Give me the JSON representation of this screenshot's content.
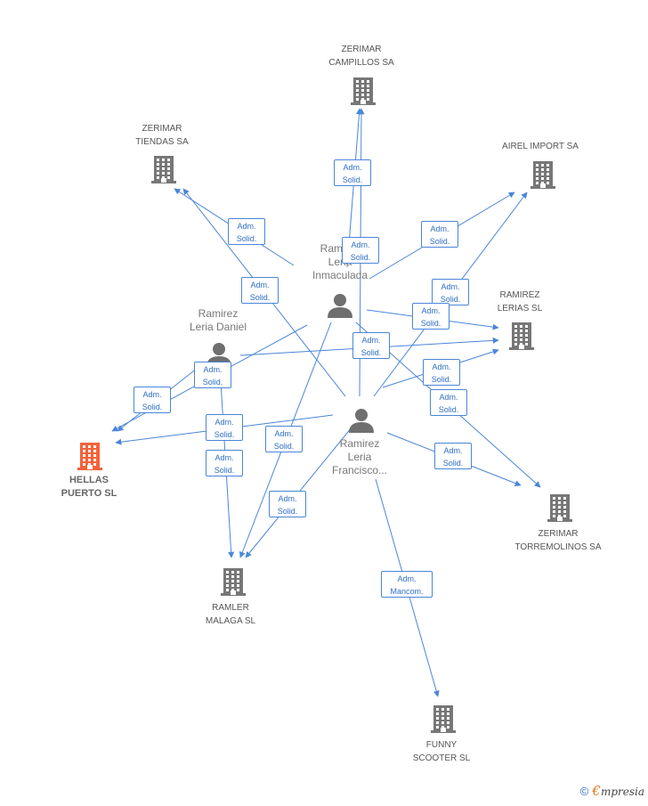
{
  "colors": {
    "edge": "#4a86d8",
    "company": "#777777",
    "focus": "#f4623a",
    "person": "#6f6f6f"
  },
  "companies": [
    {
      "id": "campillos",
      "label": "ZERIMAR\nCAMPILLOS SA",
      "focus": false
    },
    {
      "id": "tiendas",
      "label": "ZERIMAR\nTIENDAS SA",
      "focus": false
    },
    {
      "id": "airel",
      "label": "AIREL IMPORT SA",
      "focus": false
    },
    {
      "id": "lerias",
      "label": "RAMIREZ\nLERIAS SL",
      "focus": false
    },
    {
      "id": "hellas",
      "label": "HELLAS\nPUERTO SL",
      "focus": true
    },
    {
      "id": "torremolinos",
      "label": "ZERIMAR\nTORREMOLINOS SA",
      "focus": false
    },
    {
      "id": "ramler",
      "label": "RAMLER\nMALAGA  SL",
      "focus": false
    },
    {
      "id": "funny",
      "label": "FUNNY\nSCOOTER  SL",
      "focus": false
    }
  ],
  "persons": [
    {
      "id": "inmaculada",
      "label": "Ramirez\nLeria\nInmaculada"
    },
    {
      "id": "daniel",
      "label": "Ramirez\nLeria Daniel"
    },
    {
      "id": "francisco",
      "label": "Ramirez\nLeria\nFrancisco..."
    }
  ],
  "edges": [
    {
      "id": "e1",
      "label": "Adm.\nSolid."
    },
    {
      "id": "e2",
      "label": "Adm.\nSolid."
    },
    {
      "id": "e3",
      "label": "Adm.\nSolid."
    },
    {
      "id": "e4",
      "label": "Adm.\nSolid."
    },
    {
      "id": "e5",
      "label": "Adm.\nSolid."
    },
    {
      "id": "e6",
      "label": "Adm.\nSolid."
    },
    {
      "id": "e7",
      "label": "Adm.\nSolid."
    },
    {
      "id": "e8",
      "label": "Adm.\nSolid."
    },
    {
      "id": "e9",
      "label": "Adm.\nSolid."
    },
    {
      "id": "e10",
      "label": "Adm.\nSolid."
    },
    {
      "id": "e11",
      "label": "Adm.\nSolid."
    },
    {
      "id": "e12",
      "label": "Adm.\nSolid."
    },
    {
      "id": "e13",
      "label": "Adm.\nSolid."
    },
    {
      "id": "e14",
      "label": "Adm.\nSolid."
    },
    {
      "id": "e15",
      "label": "Adm.\nSolid."
    },
    {
      "id": "e16",
      "label": "Adm.\nSolid."
    },
    {
      "id": "e17",
      "label": "Adm.\nMancom."
    }
  ],
  "footer": {
    "copyright": "©",
    "brand_initial": "€",
    "brand_rest": "mpresia"
  }
}
